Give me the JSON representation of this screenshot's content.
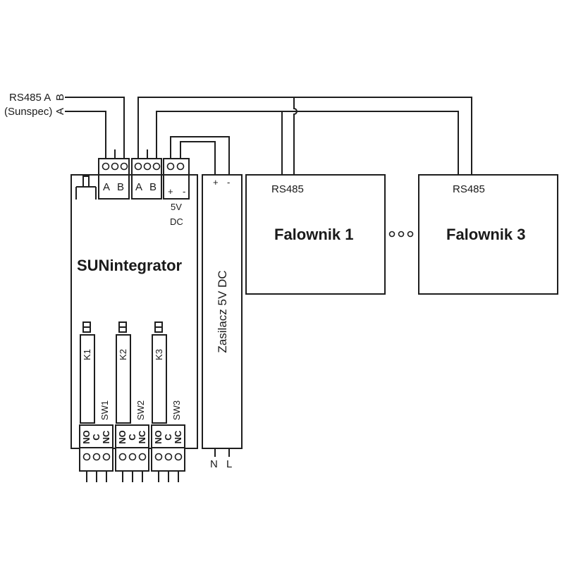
{
  "diagram": {
    "input_label_line1": "RS485 A",
    "input_label_line2": "(Sunspec)",
    "input_pin_b": "B",
    "input_pin_a": "A",
    "device": {
      "name": "SUNintegrator",
      "rs485_port1": {
        "a": "A",
        "b": "B"
      },
      "rs485_port2": {
        "a": "A",
        "b": "B"
      },
      "power_port": {
        "plus": "+",
        "minus": "-",
        "label_line1": "5V",
        "label_line2": "DC"
      },
      "relays": [
        {
          "name": "K1",
          "switch": "SW1",
          "pins": [
            "NO",
            "C",
            "NC"
          ]
        },
        {
          "name": "K2",
          "switch": "SW2",
          "pins": [
            "NO",
            "C",
            "NC"
          ]
        },
        {
          "name": "K3",
          "switch": "SW3",
          "pins": [
            "NO",
            "C",
            "NC"
          ]
        }
      ]
    },
    "power_supply": {
      "name": "Zasilacz 5V DC",
      "plus": "+",
      "minus": "-",
      "input_n": "N",
      "input_l": "L"
    },
    "inverters": [
      {
        "name": "Falownik 1",
        "port": "RS485"
      },
      {
        "name": "Falownik 3",
        "port": "RS485"
      }
    ],
    "ellipsis": "ooo"
  }
}
